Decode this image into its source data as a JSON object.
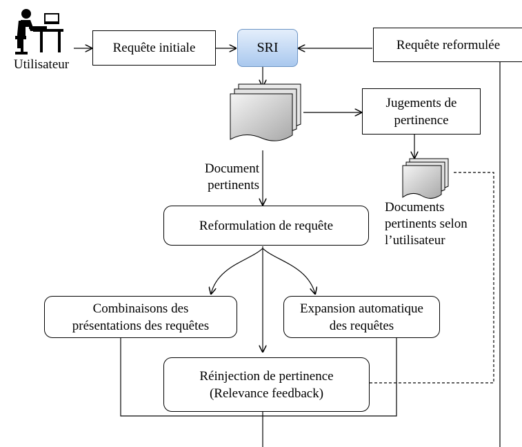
{
  "user_label": "Utilisateur",
  "boxes": {
    "initial_query": "Requête initiale",
    "sri": "SRI",
    "reformulated_query": "Requête reformulée",
    "relevance_judgments": [
      "Jugements de",
      "pertinence"
    ],
    "query_reformulation": "Reformulation de requête",
    "query_combinations": [
      "Combinaisons des",
      "présentations des requêtes"
    ],
    "auto_expansion": [
      "Expansion automatique",
      "des requêtes"
    ],
    "relevance_feedback": [
      "Réinjection de pertinence",
      "(Relevance feedback)"
    ]
  },
  "labels": {
    "relevant_docs": [
      "Document",
      "pertinents"
    ],
    "user_relevant_docs": [
      "Documents",
      "pertinents selon",
      "l’utilisateur"
    ]
  },
  "colors": {
    "line": "#000000",
    "sri_fill_top": "#e4eefb",
    "sri_fill_bottom": "#a9c8ee",
    "doc_fill": "#d9d9d9"
  },
  "icons": [
    "user-at-computer-icon",
    "document-stack-icon"
  ]
}
